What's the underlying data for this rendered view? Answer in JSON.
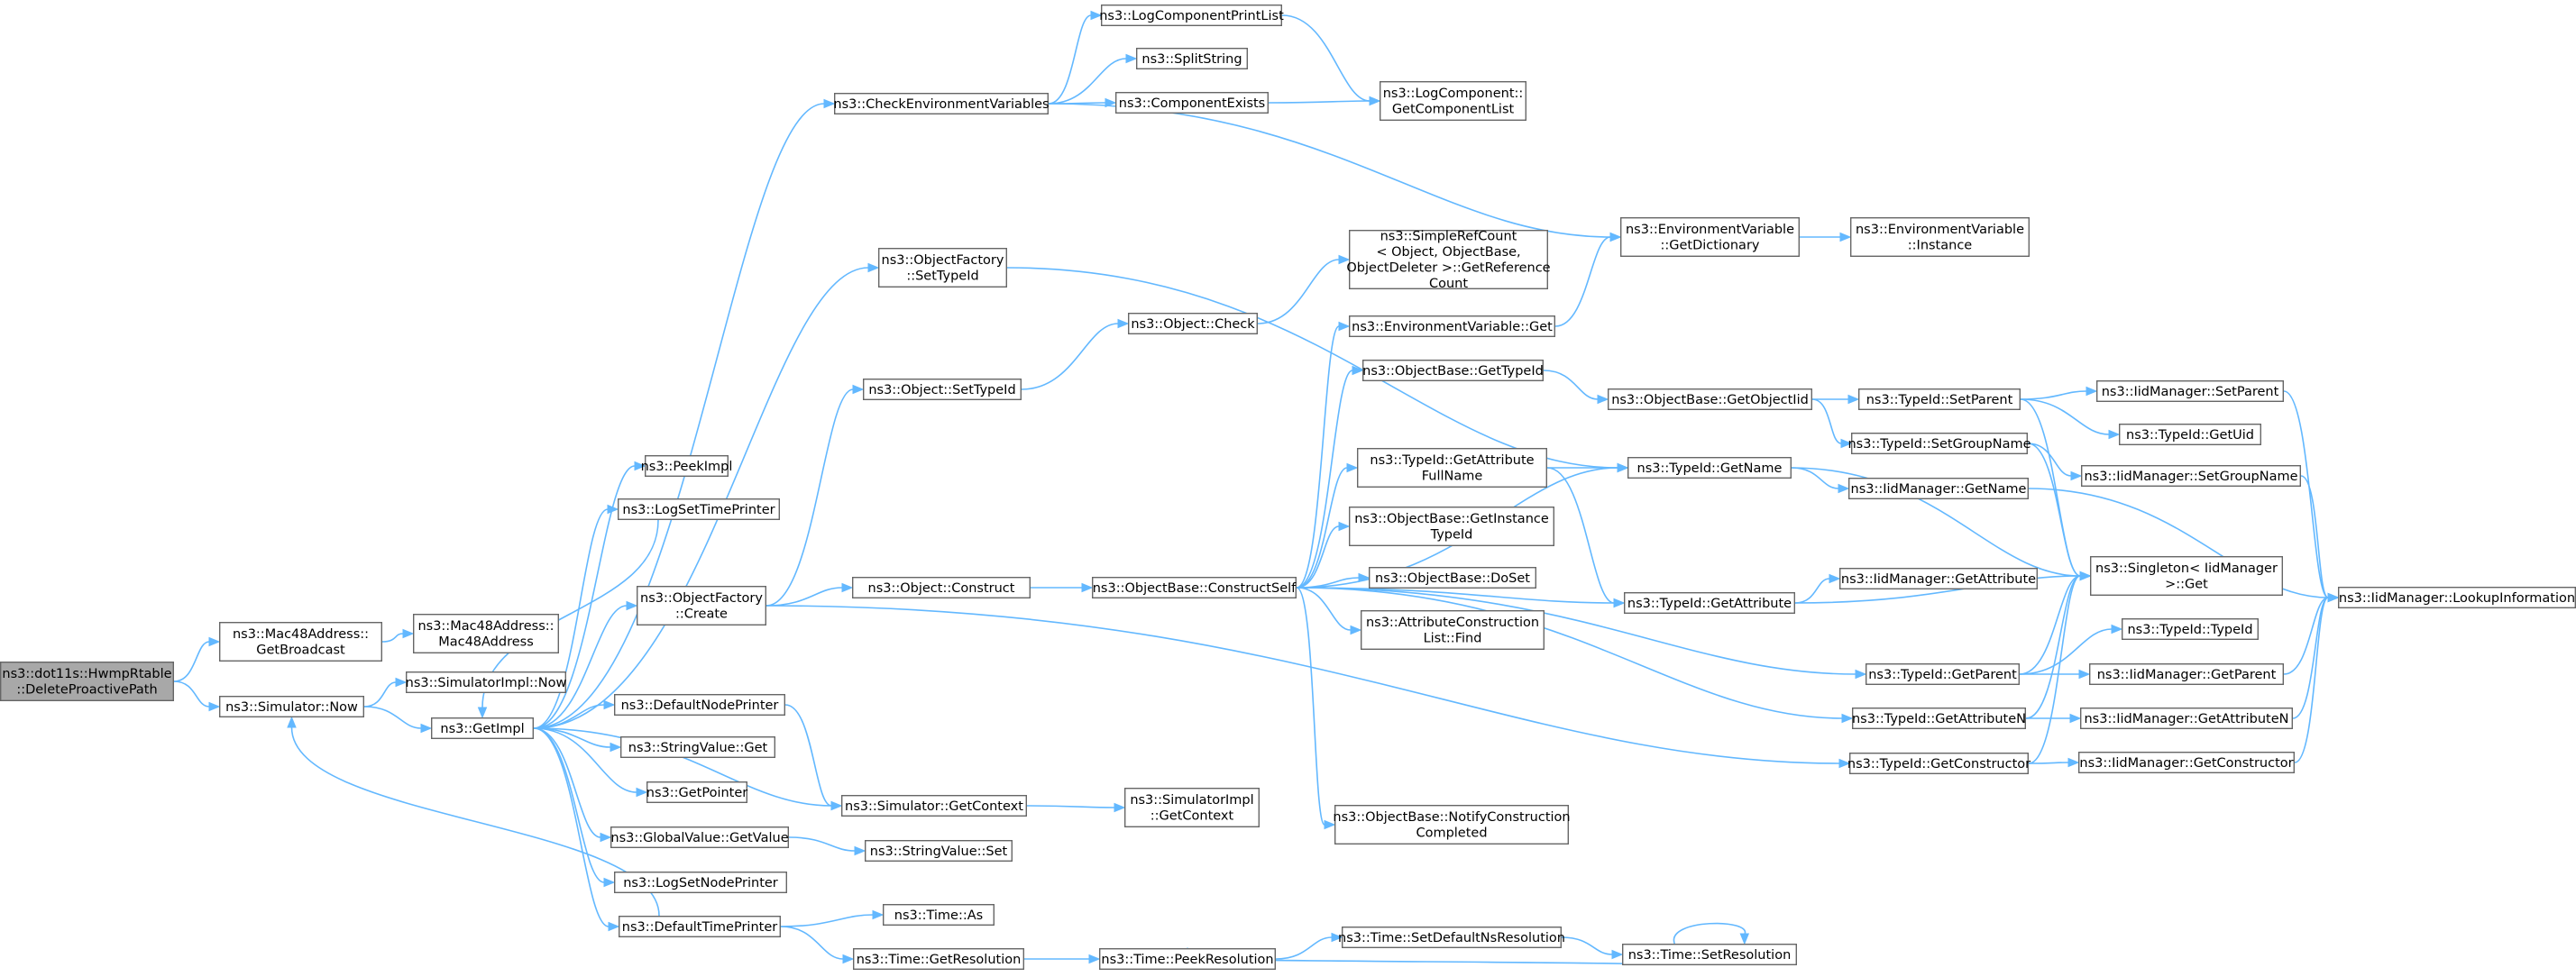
{
  "colors": {
    "edge": "#63b8ff",
    "node_border": "#666666",
    "root_fill": "#a8a8a8",
    "background": "#ffffff"
  },
  "nodes": [
    {
      "id": "root",
      "lines": [
        "ns3::dot11s::HwmpRtable",
        "::DeleteProactivePath"
      ]
    },
    {
      "id": "mac_bc",
      "lines": [
        "ns3::Mac48Address::",
        "GetBroadcast"
      ]
    },
    {
      "id": "mac_ctor",
      "lines": [
        "ns3::Mac48Address::",
        "Mac48Address"
      ]
    },
    {
      "id": "sim_now",
      "lines": [
        "ns3::Simulator::Now"
      ]
    },
    {
      "id": "simimpl_now",
      "lines": [
        "ns3::SimulatorImpl::Now"
      ]
    },
    {
      "id": "getimpl",
      "lines": [
        "ns3::GetImpl"
      ]
    },
    {
      "id": "peekimpl",
      "lines": [
        "ns3::PeekImpl"
      ]
    },
    {
      "id": "logsettime",
      "lines": [
        "ns3::LogSetTimePrinter"
      ]
    },
    {
      "id": "objfac_create",
      "lines": [
        "ns3::ObjectFactory",
        "::Create"
      ]
    },
    {
      "id": "defnodeprinter",
      "lines": [
        "ns3::DefaultNodePrinter"
      ]
    },
    {
      "id": "strval_get",
      "lines": [
        "ns3::StringValue::Get"
      ]
    },
    {
      "id": "getpointer",
      "lines": [
        "ns3::GetPointer"
      ]
    },
    {
      "id": "globval",
      "lines": [
        "ns3::GlobalValue::GetValue"
      ]
    },
    {
      "id": "logsetnode",
      "lines": [
        "ns3::LogSetNodePrinter"
      ]
    },
    {
      "id": "deftimeprinter",
      "lines": [
        "ns3::DefaultTimePrinter"
      ]
    },
    {
      "id": "checkenv",
      "lines": [
        "ns3::CheckEnvironmentVariables"
      ]
    },
    {
      "id": "logcompprint",
      "lines": [
        "ns3::LogComponentPrintList"
      ]
    },
    {
      "id": "splitstring",
      "lines": [
        "ns3::SplitString"
      ]
    },
    {
      "id": "compexists",
      "lines": [
        "ns3::ComponentExists"
      ]
    },
    {
      "id": "logcomp_getlist",
      "lines": [
        "ns3::LogComponent::",
        "GetComponentList"
      ]
    },
    {
      "id": "objfac_settid",
      "lines": [
        "ns3::ObjectFactory",
        "::SetTypeId"
      ]
    },
    {
      "id": "obj_settid",
      "lines": [
        "ns3::Object::SetTypeId"
      ]
    },
    {
      "id": "obj_check",
      "lines": [
        "ns3::Object::Check"
      ]
    },
    {
      "id": "simplerefcount",
      "lines": [
        "ns3::SimpleRefCount",
        "< Object, ObjectBase,",
        "ObjectDeleter >::GetReference",
        "Count"
      ]
    },
    {
      "id": "obj_construct",
      "lines": [
        "ns3::Object::Construct"
      ]
    },
    {
      "id": "ob_constructself",
      "lines": [
        "ns3::ObjectBase::ConstructSelf"
      ]
    },
    {
      "id": "envvar_get",
      "lines": [
        "ns3::EnvironmentVariable::Get"
      ]
    },
    {
      "id": "ob_gettid",
      "lines": [
        "ns3::ObjectBase::GetTypeId"
      ]
    },
    {
      "id": "tid_getattrfull",
      "lines": [
        "ns3::TypeId::GetAttribute",
        "FullName"
      ]
    },
    {
      "id": "ob_getinst",
      "lines": [
        "ns3::ObjectBase::GetInstance",
        "TypeId"
      ]
    },
    {
      "id": "ob_doset",
      "lines": [
        "ns3::ObjectBase::DoSet"
      ]
    },
    {
      "id": "attrconst_find",
      "lines": [
        "ns3::AttributeConstruction",
        "List::Find"
      ]
    },
    {
      "id": "ob_notify",
      "lines": [
        "ns3::ObjectBase::NotifyConstruction",
        "Completed"
      ]
    },
    {
      "id": "envvar_getdict",
      "lines": [
        "ns3::EnvironmentVariable",
        "::GetDictionary"
      ]
    },
    {
      "id": "envvar_inst",
      "lines": [
        "ns3::EnvironmentVariable",
        "::Instance"
      ]
    },
    {
      "id": "ob_getobjtid",
      "lines": [
        "ns3::ObjectBase::GetObjectIid"
      ]
    },
    {
      "id": "tid_getname",
      "lines": [
        "ns3::TypeId::GetName"
      ]
    },
    {
      "id": "tid_getattr",
      "lines": [
        "ns3::TypeId::GetAttribute"
      ]
    },
    {
      "id": "tid_setparent",
      "lines": [
        "ns3::TypeId::SetParent"
      ]
    },
    {
      "id": "tid_setgroup",
      "lines": [
        "ns3::TypeId::SetGroupName"
      ]
    },
    {
      "id": "iid_getname",
      "lines": [
        "ns3::IidManager::GetName"
      ]
    },
    {
      "id": "iid_getattr",
      "lines": [
        "ns3::IidManager::GetAttribute"
      ]
    },
    {
      "id": "singleton_get",
      "lines": [
        "ns3::Singleton< IidManager",
        ">::Get"
      ]
    },
    {
      "id": "tid_getparent",
      "lines": [
        "ns3::TypeId::GetParent"
      ]
    },
    {
      "id": "tid_getattrn",
      "lines": [
        "ns3::TypeId::GetAttributeN"
      ]
    },
    {
      "id": "tid_getctor",
      "lines": [
        "ns3::TypeId::GetConstructor"
      ]
    },
    {
      "id": "iid_setparent",
      "lines": [
        "ns3::IidManager::SetParent"
      ]
    },
    {
      "id": "tid_getuid",
      "lines": [
        "ns3::TypeId::GetUid"
      ]
    },
    {
      "id": "iid_setgroup",
      "lines": [
        "ns3::IidManager::SetGroupName"
      ]
    },
    {
      "id": "tid_typeid",
      "lines": [
        "ns3::TypeId::TypeId"
      ]
    },
    {
      "id": "iid_getparent",
      "lines": [
        "ns3::IidManager::GetParent"
      ]
    },
    {
      "id": "iid_getattrn",
      "lines": [
        "ns3::IidManager::GetAttributeN"
      ]
    },
    {
      "id": "iid_getctor",
      "lines": [
        "ns3::IidManager::GetConstructor"
      ]
    },
    {
      "id": "iid_lookup",
      "lines": [
        "ns3::IidManager::LookupInformation"
      ]
    },
    {
      "id": "sim_getctx",
      "lines": [
        "ns3::Simulator::GetContext"
      ]
    },
    {
      "id": "simimpl_getctx",
      "lines": [
        "ns3::SimulatorImpl",
        "::GetContext"
      ]
    },
    {
      "id": "strval_set",
      "lines": [
        "ns3::StringValue::Set"
      ]
    },
    {
      "id": "time_as",
      "lines": [
        "ns3::Time::As"
      ]
    },
    {
      "id": "time_getres",
      "lines": [
        "ns3::Time::GetResolution"
      ]
    },
    {
      "id": "time_peekres",
      "lines": [
        "ns3::Time::PeekResolution"
      ]
    },
    {
      "id": "time_setdefns",
      "lines": [
        "ns3::Time::SetDefaultNsResolution"
      ]
    },
    {
      "id": "time_setres",
      "lines": [
        "ns3::Time::SetResolution"
      ]
    }
  ],
  "edges": [
    [
      "root",
      "mac_bc"
    ],
    [
      "root",
      "sim_now"
    ],
    [
      "mac_bc",
      "mac_ctor"
    ],
    [
      "sim_now",
      "simimpl_now"
    ],
    [
      "sim_now",
      "getimpl"
    ],
    [
      "getimpl",
      "peekimpl"
    ],
    [
      "getimpl",
      "logsettime"
    ],
    [
      "getimpl",
      "objfac_create"
    ],
    [
      "getimpl",
      "defnodeprinter"
    ],
    [
      "getimpl",
      "strval_get"
    ],
    [
      "getimpl",
      "getpointer"
    ],
    [
      "getimpl",
      "globval"
    ],
    [
      "getimpl",
      "logsetnode"
    ],
    [
      "getimpl",
      "deftimeprinter"
    ],
    [
      "getimpl",
      "sim_getctx"
    ],
    [
      "getimpl",
      "checkenv"
    ],
    [
      "getimpl",
      "objfac_settid"
    ],
    [
      "deftimeprinter",
      "sim_now"
    ],
    [
      "deftimeprinter",
      "time_as"
    ],
    [
      "deftimeprinter",
      "time_getres"
    ],
    [
      "defnodeprinter",
      "sim_getctx"
    ],
    [
      "sim_getctx",
      "simimpl_getctx"
    ],
    [
      "globval",
      "strval_set"
    ],
    [
      "logsettime",
      "getimpl"
    ],
    [
      "objfac_create",
      "obj_settid"
    ],
    [
      "objfac_create",
      "obj_construct"
    ],
    [
      "objfac_create",
      "tid_getctor"
    ],
    [
      "objfac_settid",
      "tid_getname"
    ],
    [
      "obj_settid",
      "obj_check"
    ],
    [
      "obj_check",
      "simplerefcount"
    ],
    [
      "obj_construct",
      "ob_constructself"
    ],
    [
      "ob_constructself",
      "envvar_get"
    ],
    [
      "ob_constructself",
      "ob_gettid"
    ],
    [
      "ob_constructself",
      "tid_getname"
    ],
    [
      "ob_constructself",
      "tid_getattrfull"
    ],
    [
      "ob_constructself",
      "ob_getinst"
    ],
    [
      "ob_constructself",
      "ob_doset"
    ],
    [
      "ob_constructself",
      "attrconst_find"
    ],
    [
      "ob_constructself",
      "tid_getattr"
    ],
    [
      "ob_constructself",
      "tid_getparent"
    ],
    [
      "ob_constructself",
      "tid_getattrn"
    ],
    [
      "ob_constructself",
      "ob_notify"
    ],
    [
      "checkenv",
      "logcompprint"
    ],
    [
      "checkenv",
      "splitstring"
    ],
    [
      "checkenv",
      "compexists"
    ],
    [
      "checkenv",
      "envvar_getdict"
    ],
    [
      "logcompprint",
      "logcomp_getlist"
    ],
    [
      "compexists",
      "logcomp_getlist"
    ],
    [
      "envvar_get",
      "envvar_getdict"
    ],
    [
      "envvar_getdict",
      "envvar_inst"
    ],
    [
      "ob_gettid",
      "ob_getobjtid"
    ],
    [
      "ob_getobjtid",
      "tid_setparent"
    ],
    [
      "ob_getobjtid",
      "tid_setgroup"
    ],
    [
      "tid_getattrfull",
      "tid_getname"
    ],
    [
      "tid_getattrfull",
      "tid_getattr"
    ],
    [
      "tid_getname",
      "iid_getname"
    ],
    [
      "tid_getname",
      "singleton_get"
    ],
    [
      "tid_getattr",
      "iid_getattr"
    ],
    [
      "tid_getattr",
      "singleton_get"
    ],
    [
      "tid_setparent",
      "iid_setparent"
    ],
    [
      "tid_setparent",
      "tid_getuid"
    ],
    [
      "tid_setparent",
      "singleton_get"
    ],
    [
      "tid_setgroup",
      "iid_setgroup"
    ],
    [
      "tid_setgroup",
      "singleton_get"
    ],
    [
      "tid_getparent",
      "tid_typeid"
    ],
    [
      "tid_getparent",
      "iid_getparent"
    ],
    [
      "tid_getparent",
      "singleton_get"
    ],
    [
      "tid_getattrn",
      "iid_getattrn"
    ],
    [
      "tid_getattrn",
      "singleton_get"
    ],
    [
      "tid_getctor",
      "iid_getctor"
    ],
    [
      "tid_getctor",
      "singleton_get"
    ],
    [
      "iid_setparent",
      "iid_lookup"
    ],
    [
      "iid_setgroup",
      "iid_lookup"
    ],
    [
      "iid_getname",
      "iid_lookup"
    ],
    [
      "iid_getparent",
      "iid_lookup"
    ],
    [
      "iid_getattrn",
      "iid_lookup"
    ],
    [
      "iid_getctor",
      "iid_lookup"
    ],
    [
      "time_getres",
      "time_peekres"
    ],
    [
      "time_peekres",
      "time_setdefns"
    ],
    [
      "time_setdefns",
      "time_setres"
    ],
    [
      "time_setres",
      "time_peekres"
    ],
    [
      "time_setres",
      "time_setres"
    ]
  ]
}
